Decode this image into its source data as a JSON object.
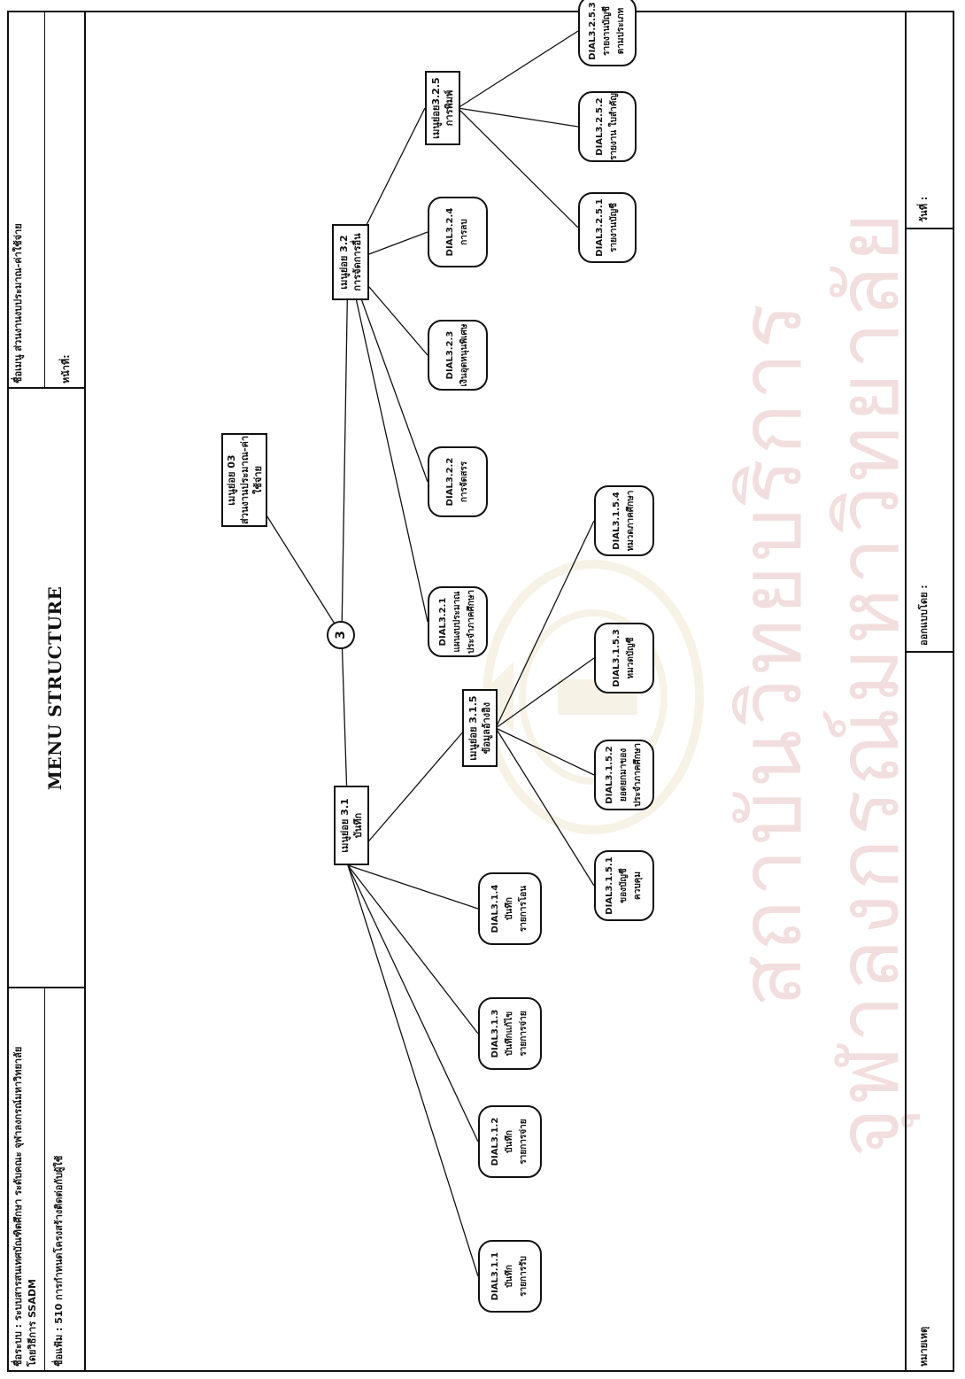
{
  "header": {
    "system_label": "ชื่อระบบ : ระบบสารสนเทศบัณฑิตศึกษา ระดับคณะ จุฬาลงกรณ์มหาวิทยาลัย",
    "method_label": "โดยวิธีการ SSADM",
    "process_label": "ชื่อแฟ้ม : 510 การกำหนดโครงสร้างติดต่อกับผู้ใช้",
    "title": "MENU STRUCTURE",
    "menu_name_label": "ชื่อเมนู ส่วนงานงบประมาณ-ค่าใช้จ่าย",
    "page_label": "หน้าที่:"
  },
  "footer": {
    "remark_label": "หมายเหตุ",
    "author_label": "ออกแบบโดย :",
    "date_label": "วันที่ :"
  },
  "circle_label": "3",
  "root": {
    "lines": [
      "เมนูย่อย 03",
      "ส่วนงานประมาณ-ค่าใช้จ่าย"
    ]
  },
  "menu_3_1": {
    "lines": [
      "เมนูย่อย 3.1",
      "บันทึก"
    ]
  },
  "menu_3_1_5": {
    "lines": [
      "เมนูย่อย 3.1.5",
      "ข้อมูลอ้างอิง"
    ]
  },
  "menu_3_2": {
    "lines": [
      "เมนูย่อย 3.2",
      "การจัดการอื่น"
    ]
  },
  "menu_3_2_5": {
    "lines": [
      "เมนูย่อย3.2.5",
      "การพิมพ์"
    ]
  },
  "leaves_3_1": [
    {
      "code": "DIAL3.1.1",
      "lines": [
        "บันทึก",
        "รายการรับ"
      ]
    },
    {
      "code": "DIAL3.1.2",
      "lines": [
        "บันทึก",
        "รายการจ่าย"
      ]
    },
    {
      "code": "DIAL3.1.3",
      "lines": [
        "บันทึกแก้ไข",
        "รายการจ่าย"
      ]
    },
    {
      "code": "DIAL3.1.4",
      "lines": [
        "บันทึก",
        "รายการโอน"
      ]
    }
  ],
  "leaves_3_1_5": [
    {
      "code": "DIAL3.1.5.1",
      "lines": [
        "ของบัญชี",
        "ควบคุม"
      ]
    },
    {
      "code": "DIAL3.1.5.2",
      "lines": [
        "ยอดยกมาของ",
        "ประจำภาคศึกษา"
      ]
    },
    {
      "code": "DIAL3.1.5.3",
      "lines": [
        "หมวดบัญชี"
      ]
    },
    {
      "code": "DIAL3.1.5.4",
      "lines": [
        "หมวดภาคศึกษา"
      ]
    }
  ],
  "leaves_3_2": [
    {
      "code": "DIAL3.2.1",
      "lines": [
        "แผนงบประมาณ",
        "ประจำภาคศึกษา"
      ]
    },
    {
      "code": "DIAL3.2.2",
      "lines": [
        "การจัดสรร"
      ]
    },
    {
      "code": "DIAL3.2.3",
      "lines": [
        "เงินอุดหนุนพิเศษ"
      ]
    },
    {
      "code": "DIAL3.2.4",
      "lines": [
        "การลบ"
      ]
    }
  ],
  "leaves_3_2_5": [
    {
      "code": "DIAL3.2.5.1",
      "lines": [
        "รายงานบัญชี"
      ]
    },
    {
      "code": "DIAL3.2.5.2",
      "lines": [
        "รายงาน ใบสำคัญ"
      ]
    },
    {
      "code": "DIAL3.2.5.3",
      "lines": [
        "รายงานบัญชี",
        "ตามประเภท"
      ]
    }
  ],
  "watermark": {
    "line1": "สถาบันวิทยบริการ",
    "line2": "จุฬาลงกรณ์มหาวิทยาลัย"
  }
}
